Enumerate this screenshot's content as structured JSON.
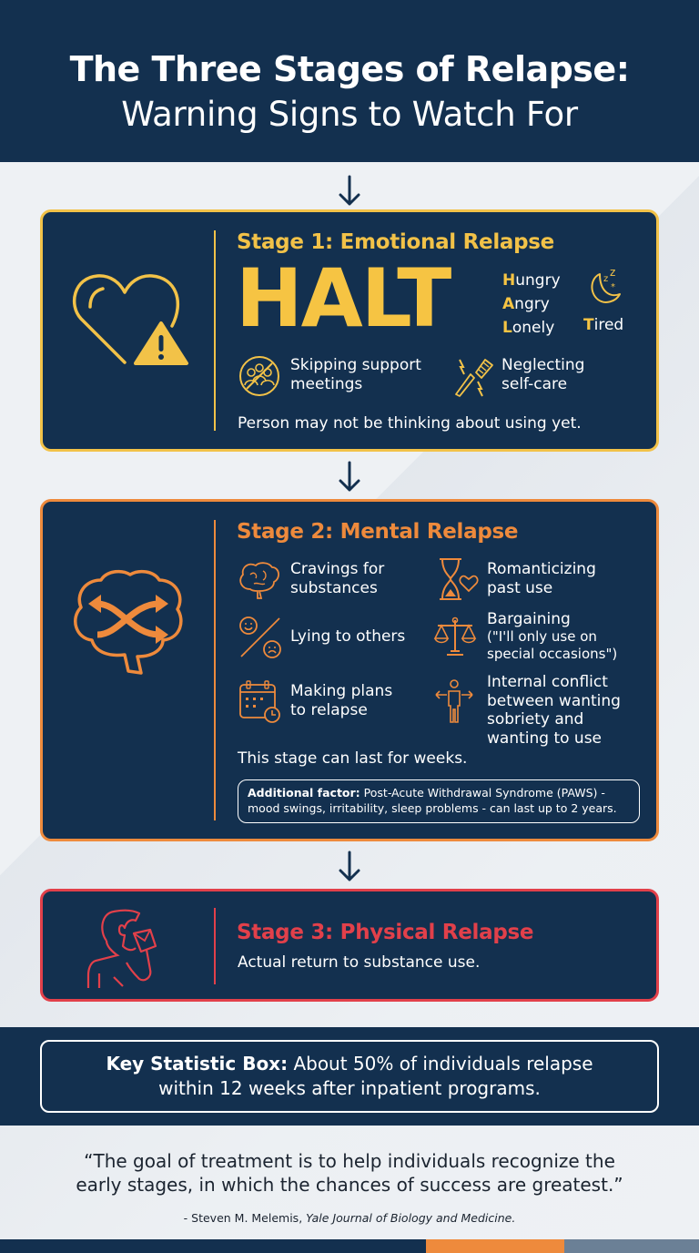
{
  "header": {
    "title_line1": "The Three Stages of Relapse:",
    "title_line2": "Warning Signs to Watch For"
  },
  "colors": {
    "navy": "#13304f",
    "stage1_accent": "#f2c248",
    "stage2_accent": "#ee8a3c",
    "stage3_accent": "#e2404a",
    "background": "#eef1f4",
    "footer_orange": "#ee8a3c",
    "footer_slate": "#6b8096"
  },
  "stage1": {
    "title": "Stage 1: Emotional Relapse",
    "icon": "heart-warning-icon",
    "acronym": "HALT",
    "halt_items": [
      {
        "letter": "H",
        "rest": "ungry"
      },
      {
        "letter": "A",
        "rest": "ngry"
      },
      {
        "letter": "L",
        "rest": "onely"
      },
      {
        "letter": "T",
        "rest": "ired"
      }
    ],
    "tired_icon": "moon-sleep-icon",
    "signs": [
      {
        "icon": "no-group-icon",
        "line1": "Skipping support",
        "line2": "meetings"
      },
      {
        "icon": "broken-toothbrush-icon",
        "line1": "Neglecting",
        "line2": "self-care"
      }
    ],
    "note": "Person may not be thinking about using yet."
  },
  "stage2": {
    "title": "Stage 2: Mental Relapse",
    "icon": "brain-shuffle-icon",
    "signs": [
      {
        "icon": "brain-icon",
        "lines": [
          "Cravings for",
          "substances"
        ]
      },
      {
        "icon": "hourglass-heart-icon",
        "lines": [
          "Romanticizing",
          "past use"
        ]
      },
      {
        "icon": "happy-sad-faces-icon",
        "lines": [
          "Lying to others"
        ]
      },
      {
        "icon": "scales-icon",
        "lines": [
          "Bargaining",
          "(\"I'll only use on",
          "special occasions\")"
        ]
      },
      {
        "icon": "calendar-clock-icon",
        "lines": [
          "Making plans",
          "to relapse"
        ]
      },
      {
        "icon": "person-crossroads-icon",
        "lines": [
          "Internal conflict",
          "between wanting",
          "sobriety and",
          "wanting to use"
        ]
      }
    ],
    "note": "This stage can last for weeks.",
    "paws_label": "Additional factor:",
    "paws_text_line1": "Post-Acute Withdrawal Syndrome (PAWS) -",
    "paws_text_line2": "mood swings, irritability, sleep problems - can last up to 2 years."
  },
  "stage3": {
    "title": "Stage 3: Physical Relapse",
    "icon": "person-drinking-icon",
    "note": "Actual return to substance use."
  },
  "statistic": {
    "label": "Key Statistic Box:",
    "text_line1": "About 50% of individuals relapse",
    "text_line2": "within 12 weeks after inpatient programs."
  },
  "quote": {
    "line1": "“The goal of treatment is to help individuals recognize the",
    "line2": "early stages, in which the chances of success are greatest.”",
    "author": "- Steven M. Melemis, ",
    "source": "Yale Journal of Biology and Medicine."
  }
}
